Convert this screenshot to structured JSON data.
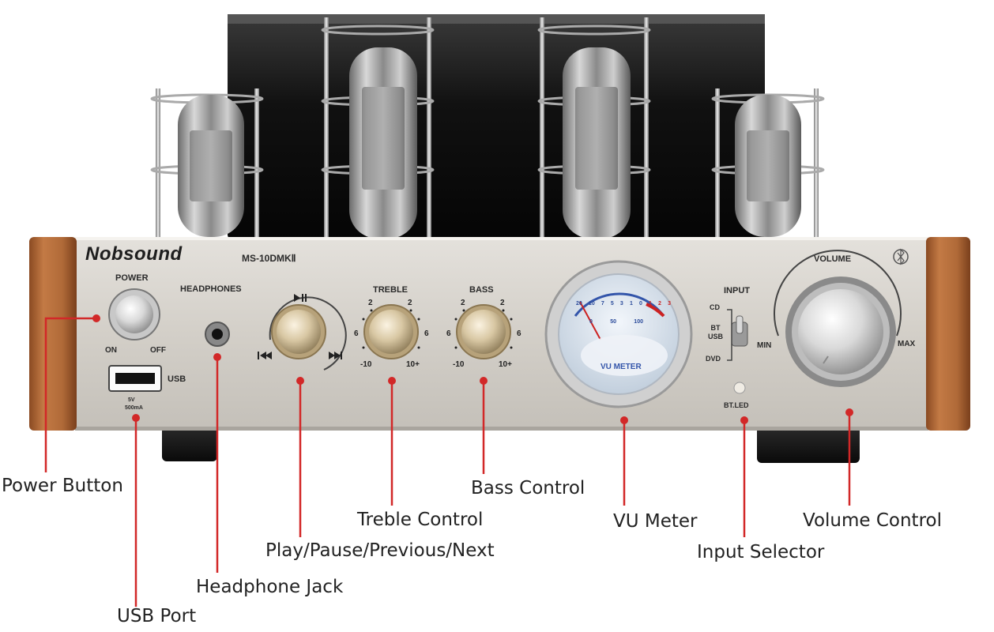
{
  "panel": {
    "brand": "Nobsound",
    "model": "MS-10DMKⅡ",
    "power_label": "POWER",
    "on_label": "ON",
    "off_label": "OFF",
    "headphones_label": "HEADPHONES",
    "usb_label": "USB",
    "usb_spec_line1": "5V",
    "usb_spec_line2": "500mA",
    "treble_label": "TREBLE",
    "bass_label": "BASS",
    "scale": {
      "top_left": "2",
      "top_right": "2",
      "mid_left": "6",
      "mid_right": "6",
      "bottom_left": "-10",
      "bottom_right": "10+"
    },
    "vu_label": "VU METER",
    "vu_scale_top": [
      "20",
      "10",
      "7",
      "5",
      "3",
      "1",
      "0",
      "1",
      "2",
      "3"
    ],
    "vu_scale_bottom": [
      "0",
      "50",
      "100"
    ],
    "input_label": "INPUT",
    "input_options": [
      "CD",
      "BT\nUSB",
      "DVD"
    ],
    "bt_led_label": "BT.LED",
    "volume_label": "VOLUME",
    "volume_min": "MIN",
    "volume_max": "MAX",
    "colors": {
      "accent_red": "#d22828",
      "panel_silver": "#d6d2cc",
      "wood": "#b0693a"
    }
  },
  "callouts": {
    "power_button": "Power Button",
    "usb_port": "USB Port",
    "headphone_jack": "Headphone Jack",
    "play_pause": "Play/Pause/Previous/Next",
    "treble_control": "Treble Control",
    "bass_control": "Bass Control",
    "vu_meter": "VU Meter",
    "input_selector": "Input Selector",
    "volume_control": "Volume Control"
  }
}
